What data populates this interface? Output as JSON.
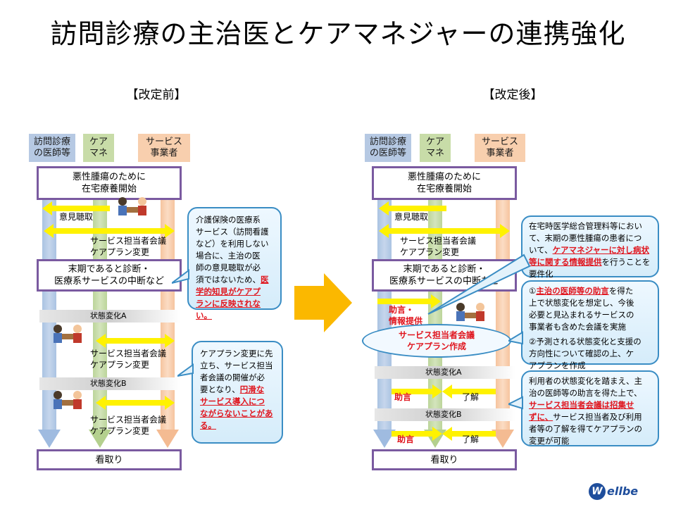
{
  "title": "訪問診療の主治医とケアマネジャーの連携強化",
  "before": {
    "label": "【改定前】",
    "headers": [
      "訪問診療\nの医師等",
      "ケア\nマネ",
      "サービス\n事業者"
    ],
    "start_box": [
      "悪性腫瘍のために",
      "在宅療養開始"
    ],
    "opinion": "意見聴取",
    "meeting1": [
      "サービス担当者会議",
      "ケアプラン変更"
    ],
    "diag_box": [
      "末期であると診断・",
      "医療系サービスの中断など"
    ],
    "stateA": "状態変化A",
    "meeting2": [
      "サービス担当者会議",
      "ケアプラン変更"
    ],
    "stateB": "状態変化B",
    "meeting3": [
      "サービス担当者会議",
      "ケアプラン変更"
    ],
    "end_box": "看取り",
    "bubble1": {
      "lines": [
        "介護保険の医療系",
        "サービス（訪問看護",
        "など）を利用しない",
        "場合に、主治の医",
        "師の意見聴取が必",
        "須ではないため、"
      ],
      "red_lines": [
        "医",
        "学的知見がケアプ",
        "ランに反映されない。"
      ]
    },
    "bubble2": {
      "lines": [
        "ケアプラン変更に先",
        "立ち、サービス担当",
        "者会議の開催が必",
        "要となり、"
      ],
      "red_lines": [
        "円滑な",
        "サービス導入につ",
        "ながらないことがあ",
        "る。"
      ]
    }
  },
  "after": {
    "label": "【改定後】",
    "headers": [
      "訪問診療\nの医師等",
      "ケア\nマネ",
      "サービス\n事業者"
    ],
    "start_box": [
      "悪性腫瘍のために",
      "在宅療養開始"
    ],
    "opinion": "意見聴取",
    "meeting1": [
      "サービス担当者会議",
      "ケアプラン変更"
    ],
    "diag_box": [
      "末期であると診断・",
      "医療系サービスの中断など"
    ],
    "advice_label": [
      "助言・",
      "情報提供"
    ],
    "ellipse": [
      "サービス担当者会議",
      "ケアプラン作成"
    ],
    "stateA": "状態変化A",
    "advice": "助言",
    "consent": "了解",
    "stateB": "状態変化B",
    "advice2": "助言",
    "consent2": "了解",
    "end_box": "看取り",
    "bubble1": {
      "pre": [
        "在宅時医学総合管理料等におい",
        "て、末期の悪性腫瘍の患者につ",
        "いて、"
      ],
      "red": [
        "ケアマネジャーに対し病状",
        "等に関する情報提供"
      ],
      "post": [
        "を行うことを",
        "要件化"
      ]
    },
    "bubble2": {
      "p1_num": "①",
      "p1_red": "主治の医師等の助言",
      "p1_lines": [
        "を得た",
        "上で状態変化を想定し、今後",
        "必要と見込まれるサービスの",
        "事業者も含めた会議を実施"
      ],
      "p2_lines": [
        "②予測される状態変化と支援の",
        "方向性について確認の上、ケ",
        "アプランを作成"
      ]
    },
    "bubble3": {
      "pre": [
        "利用者の状態変化を踏まえ、主",
        "治の医師等の助言を得た上で、"
      ],
      "red": [
        "サービス担当者会議は招集せ",
        "ずに、"
      ],
      "post": [
        "サービス担当者及び利用",
        "者等の了解を得てケアプランの",
        "変更が可能"
      ]
    }
  },
  "logo": "ellbe",
  "colors": {
    "purple_border": "#7a5aa0",
    "yellow_arrow": "#fff200",
    "red_text": "#e0161e",
    "big_arrow": "#fbb800"
  }
}
